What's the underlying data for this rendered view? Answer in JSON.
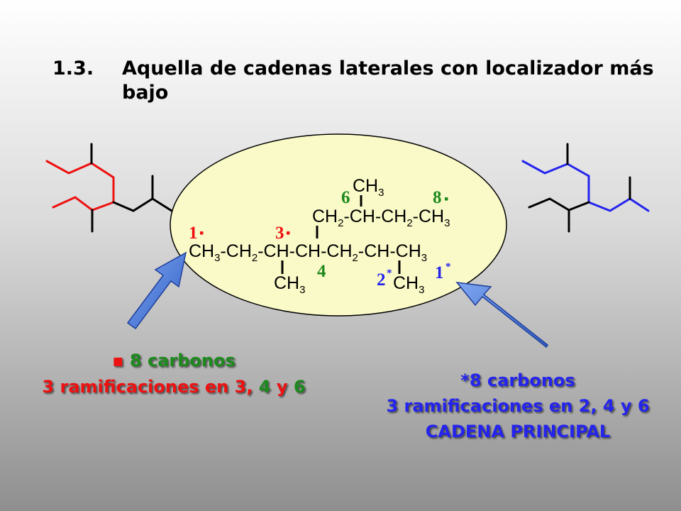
{
  "heading": {
    "number": "1.3.",
    "text": "Aquella de cadenas laterales con localizador más bajo"
  },
  "formula": {
    "top_ch3": "CH",
    "top_ch3_sub": "3",
    "chain_upper": {
      "ch2_a": "CH",
      "ch2_a_sub": "2",
      "ch": "-CH-",
      "ch2_b": "CH",
      "ch2_b_sub": "2",
      "ch3": "-CH",
      "ch3_sub": "3"
    },
    "chain_main": {
      "p1": "CH",
      "p1s": "3",
      "p2": "-CH",
      "p2s": "2",
      "p3": "-CH-CH-CH",
      "p3s": "2",
      "p4": "-CH-CH",
      "p4s": "3"
    },
    "bottom_left": "CH",
    "bottom_left_sub": "3",
    "bottom_right": "CH",
    "bottom_right_sub": "3"
  },
  "locants": {
    "six": "6",
    "eight": "8",
    "one_red": "1",
    "three_red": "3",
    "four": "4",
    "two_blue": "2",
    "one_blue": "1",
    "square_mark": "▪",
    "star_mark": "*"
  },
  "left_caption": {
    "bullet": "▪",
    "line1": "8 carbonos",
    "line2_a": "3 ramificaciones en 3, ",
    "line2_b": "4",
    "line2_c": " y ",
    "line2_d": "6"
  },
  "right_caption": {
    "line1": "*8 carbonos",
    "line2": "3 ramificaciones en 2, 4 y 6",
    "line3": "CADENA PRINCIPAL"
  },
  "colors": {
    "red": "#ee1111",
    "blue": "#2424ee",
    "green": "#1d8a1d",
    "ellipse": "#fafac8",
    "arrow": "#4a78d8"
  }
}
